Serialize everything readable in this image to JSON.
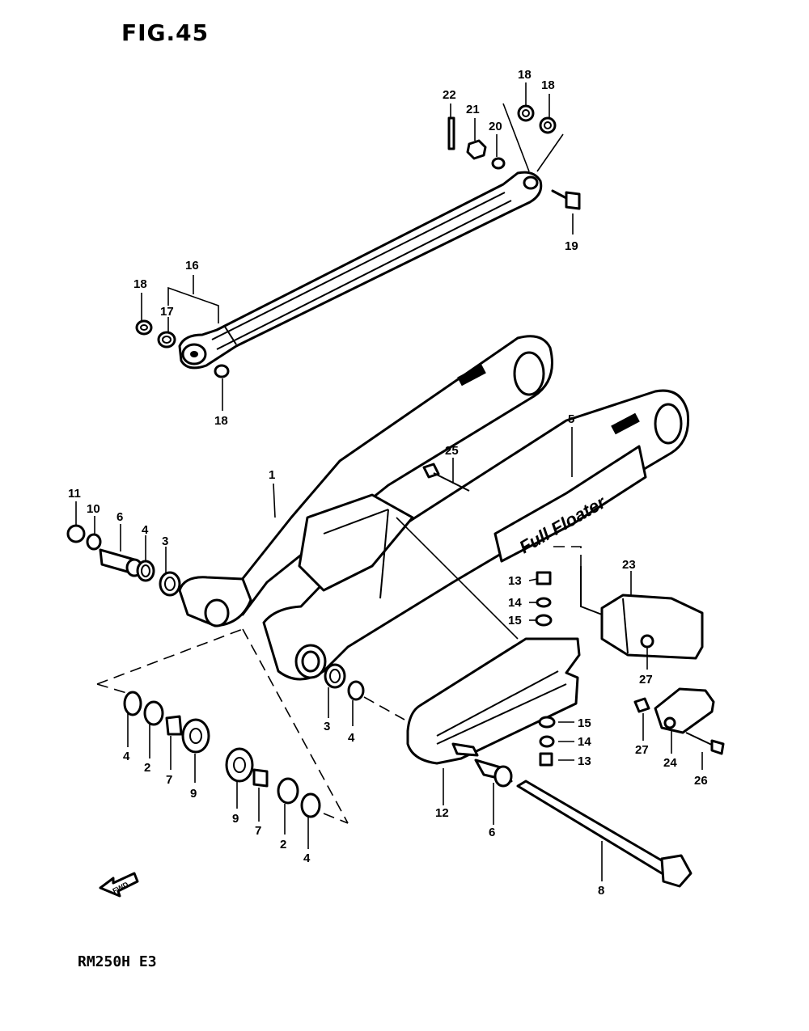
{
  "figure": {
    "title": "FIG.45",
    "model": "RM250H E3"
  },
  "direction_arrow": {
    "label": "FWD",
    "icon": "forward-arrow-icon"
  },
  "swingarm_graphic_text": "Full Floater",
  "callouts": [
    {
      "id": "c1",
      "text": "1"
    },
    {
      "id": "c2a",
      "text": "2"
    },
    {
      "id": "c2b",
      "text": "2"
    },
    {
      "id": "c3a",
      "text": "3"
    },
    {
      "id": "c3b",
      "text": "3"
    },
    {
      "id": "c4a",
      "text": "4"
    },
    {
      "id": "c4b",
      "text": "4"
    },
    {
      "id": "c4c",
      "text": "4"
    },
    {
      "id": "c4d",
      "text": "4"
    },
    {
      "id": "c5",
      "text": "5"
    },
    {
      "id": "c6a",
      "text": "6"
    },
    {
      "id": "c6b",
      "text": "6"
    },
    {
      "id": "c7a",
      "text": "7"
    },
    {
      "id": "c7b",
      "text": "7"
    },
    {
      "id": "c8",
      "text": "8"
    },
    {
      "id": "c9a",
      "text": "9"
    },
    {
      "id": "c9b",
      "text": "9"
    },
    {
      "id": "c10",
      "text": "10"
    },
    {
      "id": "c11",
      "text": "11"
    },
    {
      "id": "c12",
      "text": "12"
    },
    {
      "id": "c13a",
      "text": "13"
    },
    {
      "id": "c13b",
      "text": "13"
    },
    {
      "id": "c14a",
      "text": "14"
    },
    {
      "id": "c14b",
      "text": "14"
    },
    {
      "id": "c15a",
      "text": "15"
    },
    {
      "id": "c15b",
      "text": "15"
    },
    {
      "id": "c16",
      "text": "16"
    },
    {
      "id": "c17",
      "text": "17"
    },
    {
      "id": "c18a",
      "text": "18"
    },
    {
      "id": "c18b",
      "text": "18"
    },
    {
      "id": "c18c",
      "text": "18"
    },
    {
      "id": "c18d",
      "text": "18"
    },
    {
      "id": "c19",
      "text": "19"
    },
    {
      "id": "c20",
      "text": "20"
    },
    {
      "id": "c21",
      "text": "21"
    },
    {
      "id": "c22",
      "text": "22"
    },
    {
      "id": "c23",
      "text": "23"
    },
    {
      "id": "c24",
      "text": "24"
    },
    {
      "id": "c25",
      "text": "25"
    },
    {
      "id": "c26",
      "text": "26"
    },
    {
      "id": "c27a",
      "text": "27"
    },
    {
      "id": "c27b",
      "text": "27"
    }
  ]
}
